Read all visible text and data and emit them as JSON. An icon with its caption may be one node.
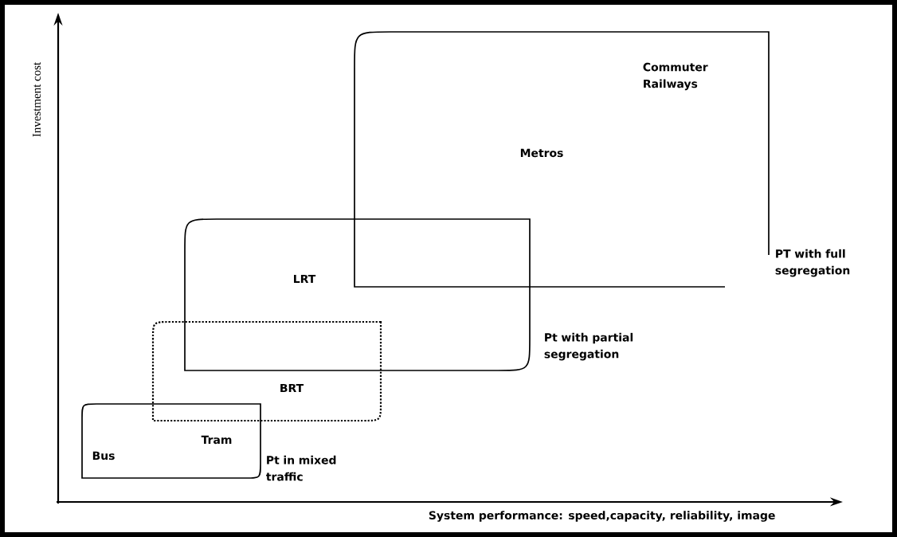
{
  "diagram": {
    "nodes": [
      {
        "text": [
          "Commuter Railways",
          "Metros"
        ],
        "beside": [
          "PT with full segregation"
        ]
      },
      {
        "text": [
          "LRT"
        ],
        "beside": [
          "Pt with partial segregation"
        ]
      },
      {
        "text": [
          "BRT"
        ]
      },
      {
        "text": [
          "Bus",
          "Tram"
        ],
        "beside": [
          "Pt in mixed traffic"
        ]
      }
    ],
    "labels": [
      "Investment cost",
      "System performance: speed,capacity, reliability, image"
    ]
  }
}
